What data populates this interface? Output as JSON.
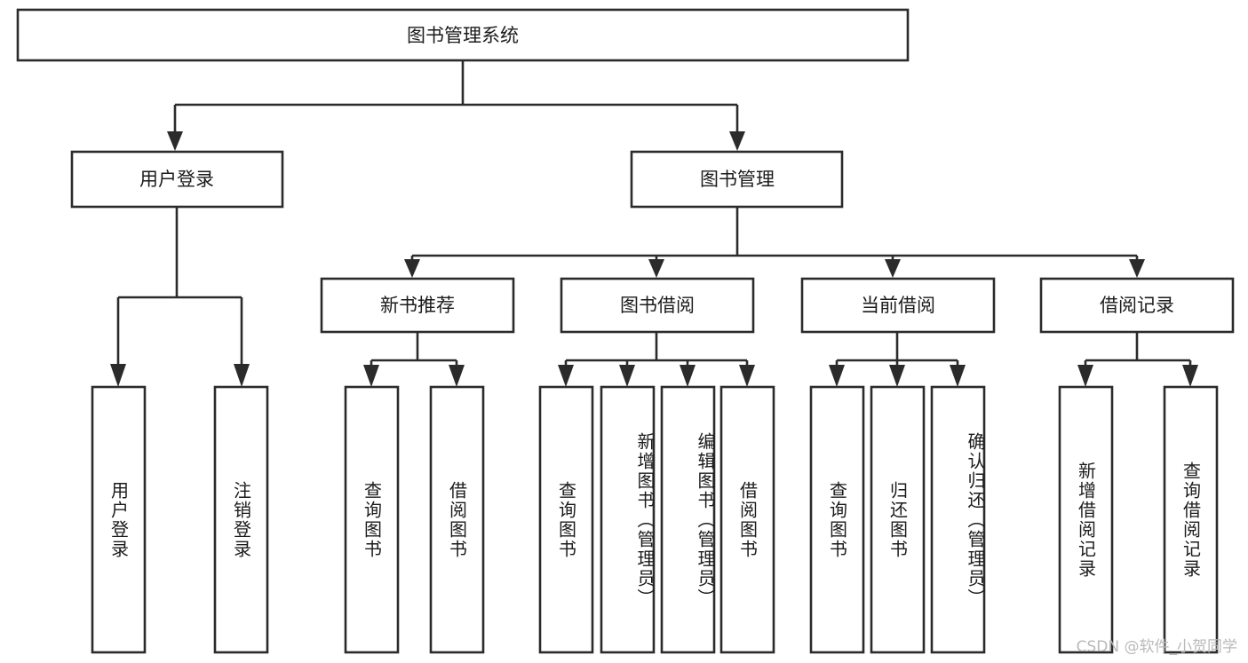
{
  "diagram": {
    "title": "图书管理系统",
    "type": "tree-hierarchy-chart",
    "root": {
      "label": "图书管理系统"
    },
    "level2": [
      {
        "id": "user-login",
        "label": "用户登录"
      },
      {
        "id": "book-manage",
        "label": "图书管理"
      }
    ],
    "level3": [
      {
        "id": "new-book-recommend",
        "label": "新书推荐",
        "parent": "book-manage"
      },
      {
        "id": "book-borrow",
        "label": "图书借阅",
        "parent": "book-manage"
      },
      {
        "id": "current-borrow",
        "label": "当前借阅",
        "parent": "book-manage"
      },
      {
        "id": "borrow-record",
        "label": "借阅记录",
        "parent": "book-manage"
      }
    ],
    "leaves": [
      {
        "id": "leaf-user-login",
        "label": "用户登录",
        "parent": "user-login"
      },
      {
        "id": "leaf-user-logout",
        "label": "注销登录",
        "parent": "user-login"
      },
      {
        "id": "leaf-query-book-1",
        "label": "查询图书",
        "parent": "new-book-recommend"
      },
      {
        "id": "leaf-borrow-book-1",
        "label": "借阅图书",
        "parent": "new-book-recommend"
      },
      {
        "id": "leaf-query-book-2",
        "label": "查询图书",
        "parent": "book-borrow"
      },
      {
        "id": "leaf-add-book",
        "label": "新增图书（管理员）",
        "parent": "book-borrow"
      },
      {
        "id": "leaf-edit-book",
        "label": "编辑图书（管理员）",
        "parent": "book-borrow"
      },
      {
        "id": "leaf-borrow-book-2",
        "label": "借阅图书",
        "parent": "book-borrow"
      },
      {
        "id": "leaf-query-book-3",
        "label": "查询图书",
        "parent": "current-borrow"
      },
      {
        "id": "leaf-return-book",
        "label": "归还图书",
        "parent": "current-borrow"
      },
      {
        "id": "leaf-confirm-return",
        "label": "确认归还（管理员）",
        "parent": "current-borrow"
      },
      {
        "id": "leaf-add-record",
        "label": "新增借阅记录",
        "parent": "borrow-record"
      },
      {
        "id": "leaf-query-record",
        "label": "查询借阅记录",
        "parent": "borrow-record"
      }
    ]
  },
  "watermark": {
    "text": "CSDN @软件_小贺同学"
  },
  "colors": {
    "stroke": "#2b2b2b",
    "fill": "#ffffff",
    "text": "#1b1b1b",
    "watermark": "#b9b9b9"
  }
}
